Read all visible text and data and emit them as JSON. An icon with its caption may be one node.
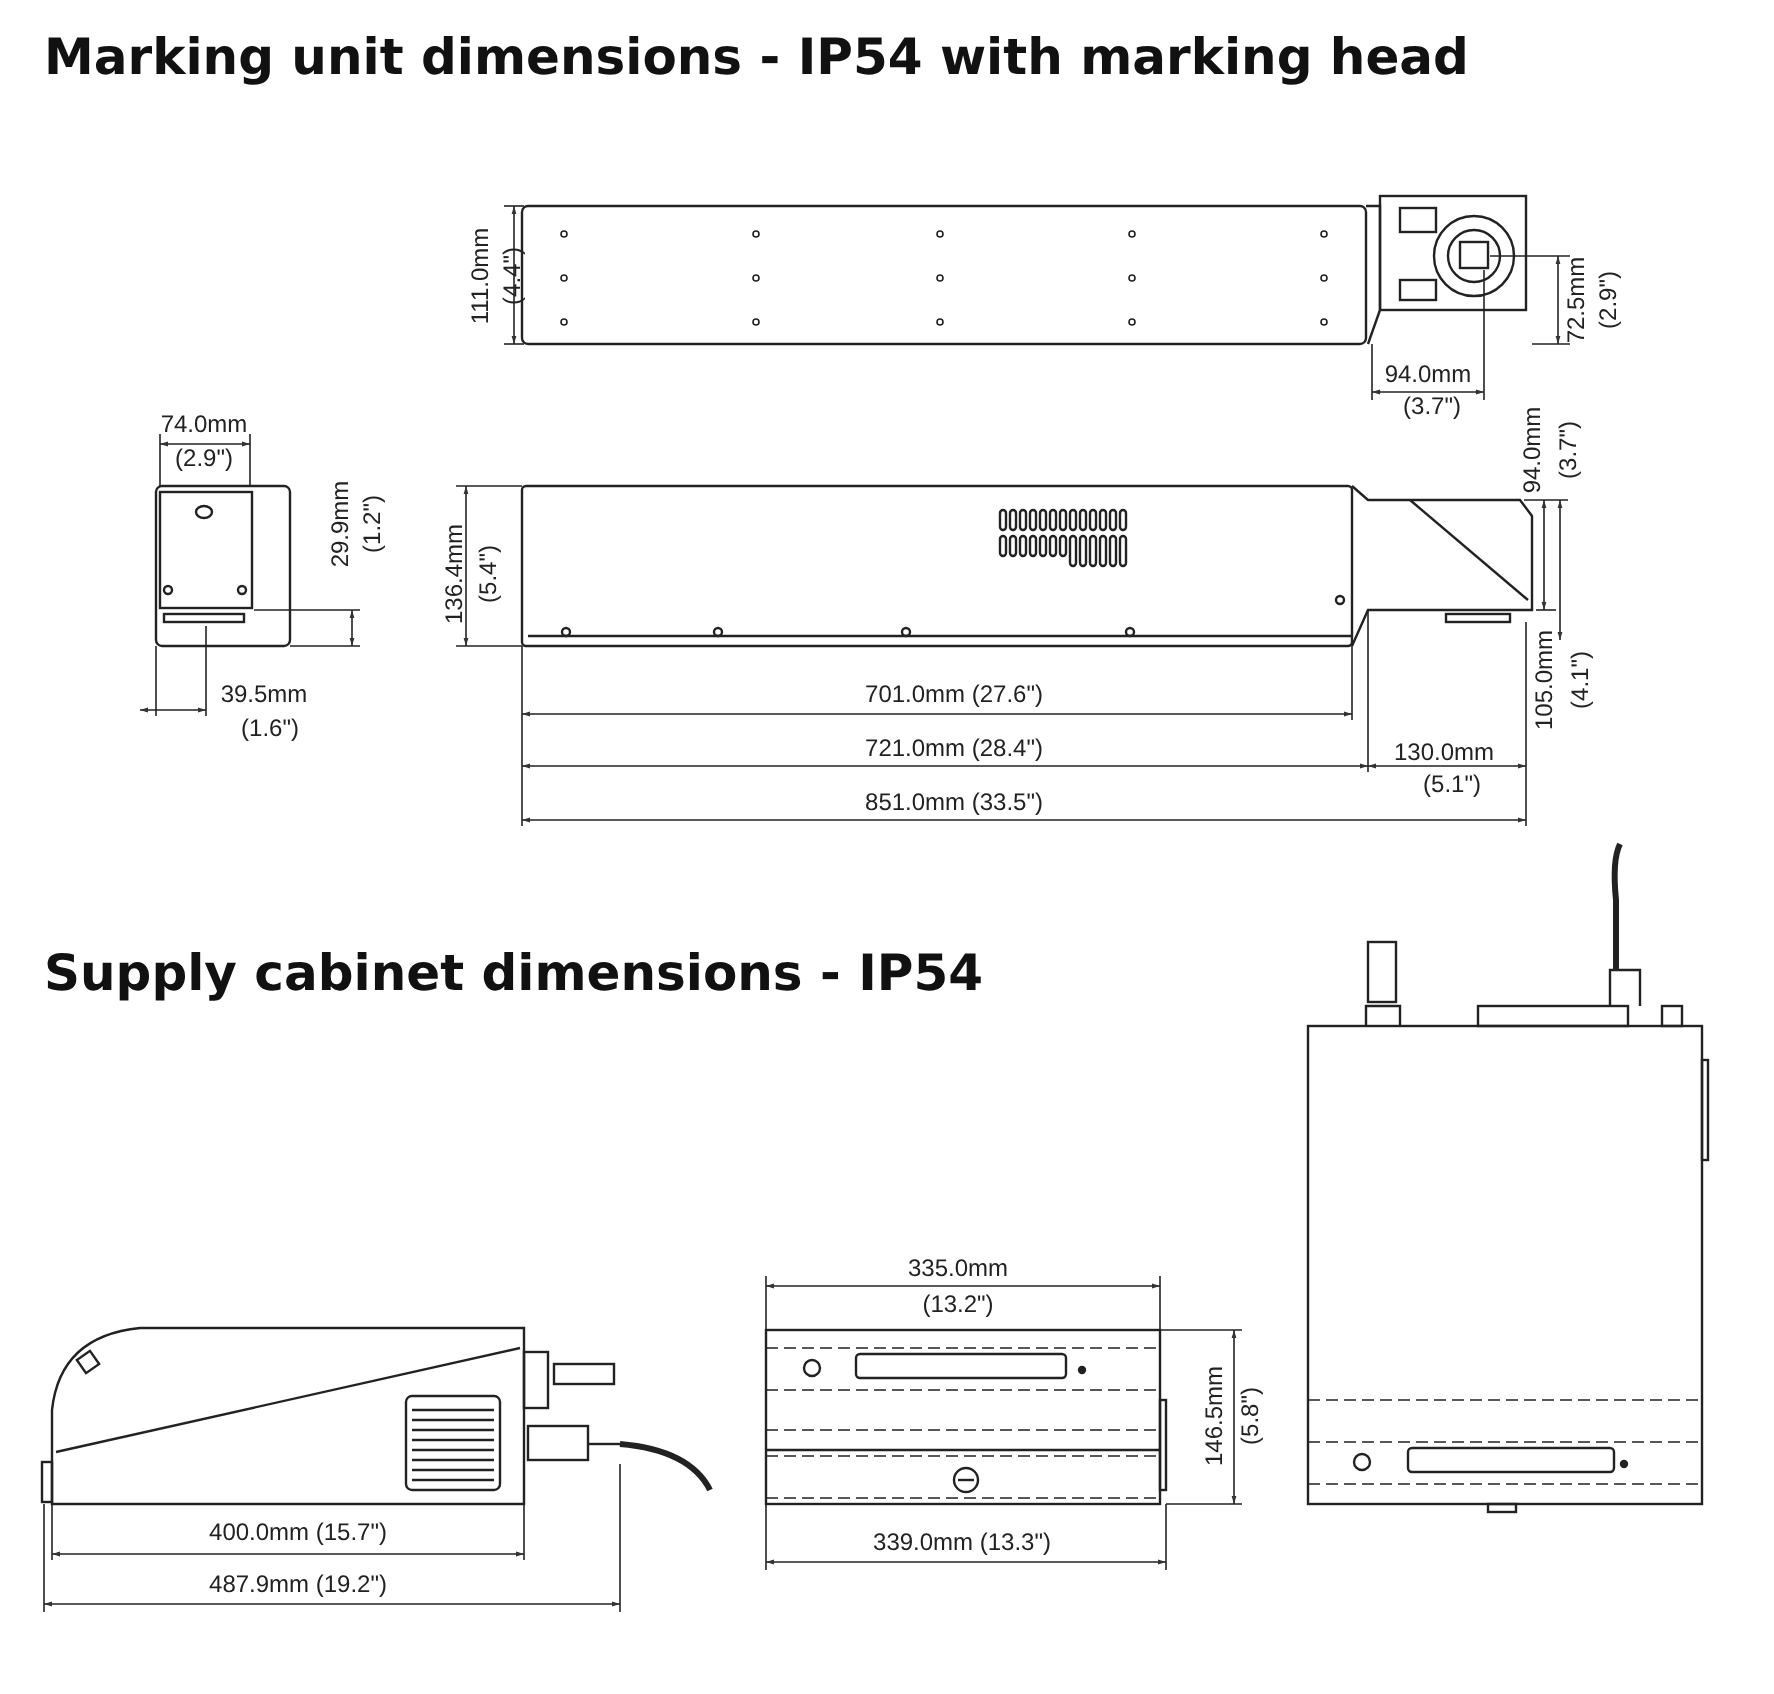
{
  "diagram": {
    "title": "Marking unit dimensions - IP54 with marking head",
    "labels": [
      "111.0mm",
      "(4.4\")",
      "72.5mm",
      "(2.9\")",
      "94.0mm",
      "(3.7\")",
      "74.0mm",
      "(2.9\")",
      "94.0mm",
      "(3.7\")",
      "29.9mm",
      "(1.2\")",
      "136.4mm",
      "(5.4\")",
      "105.0mm",
      "(4.1\")",
      "39.5mm",
      "(1.6\")",
      "701.0mm (27.6\")",
      "721.0mm (28.4\")",
      "130.0mm",
      "(5.1\")",
      "851.0mm (33.5\")",
      "Supply cabinet dimensions - IP54",
      "335.0mm",
      "(13.2\")",
      "146.5mm",
      "(5.8\")",
      "400.0mm (15.7\")",
      "339.0mm (13.3\")",
      "487.9mm (19.2\")"
    ]
  }
}
